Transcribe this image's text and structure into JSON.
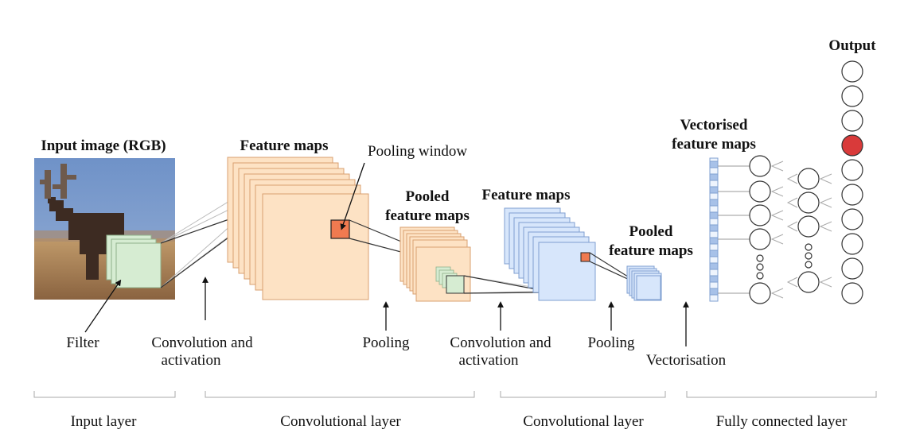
{
  "titles": {
    "input_image": "Input image (RGB)",
    "feature_maps_1": "Feature maps",
    "pooling_window": "Pooling window",
    "pooled_1_line1": "Pooled",
    "pooled_1_line2": "feature maps",
    "feature_maps_2": "Feature maps",
    "pooled_2_line1": "Pooled",
    "pooled_2_line2": "feature maps",
    "vectorised_line1": "Vectorised",
    "vectorised_line2": "feature maps",
    "output": "Output"
  },
  "steps": {
    "filter": "Filter",
    "conv1_line1": "Convolution and",
    "conv1_line2": "activation",
    "pooling1": "Pooling",
    "conv2_line1": "Convolution and",
    "conv2_line2": "activation",
    "pooling2": "Pooling",
    "vectorisation": "Vectorisation"
  },
  "layers": {
    "input": "Input layer",
    "conv1": "Convolutional layer",
    "conv2": "Convolutional layer",
    "fc": "Fully connected layer"
  },
  "colors": {
    "orange_fill": "#fde2c4",
    "orange_stroke": "#d9a070",
    "blue_fill": "#d7e6fb",
    "blue_stroke": "#7f9fd0",
    "filter_fill": "#d6ecd2",
    "highlight_fill": "#f07a50",
    "active_neuron": "#d93a3a",
    "sky": "#7c9ac9",
    "ground": "#b08558"
  },
  "output_layer": {
    "neuron_count": 10,
    "active_index": 3
  }
}
